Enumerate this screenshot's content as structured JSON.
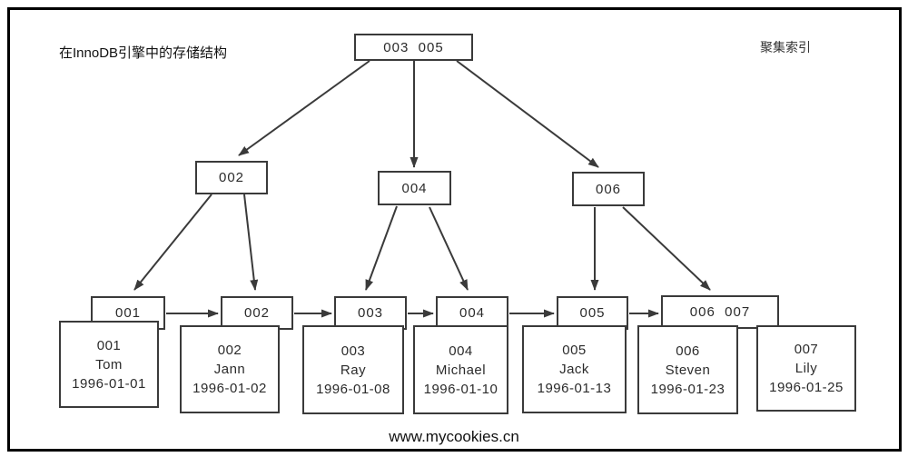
{
  "title": "在InnoDB引擎中的存储结构",
  "corner_label": "聚集索引",
  "watermark": "www.mycookies.cn",
  "colors": {
    "frame_border": "#000000",
    "box_border": "#3a3a3a",
    "text": "#2b2b2b",
    "background": "#ffffff"
  },
  "tree": {
    "root": {
      "label": "003  005"
    },
    "internal": [
      {
        "label": "002"
      },
      {
        "label": "004"
      },
      {
        "label": "006"
      }
    ],
    "leaf_headers": [
      {
        "label": "001"
      },
      {
        "label": "002"
      },
      {
        "label": "003"
      },
      {
        "label": "004"
      },
      {
        "label": "005"
      },
      {
        "label": "006  007"
      }
    ],
    "records": [
      {
        "id": "001",
        "name": "Tom",
        "date": "1996-01-01"
      },
      {
        "id": "002",
        "name": "Jann",
        "date": "1996-01-02"
      },
      {
        "id": "003",
        "name": "Ray",
        "date": "1996-01-08"
      },
      {
        "id": "004",
        "name": "Michael",
        "date": "1996-01-10"
      },
      {
        "id": "005",
        "name": "Jack",
        "date": "1996-01-13"
      },
      {
        "id": "006",
        "name": "Steven",
        "date": "1996-01-23"
      },
      {
        "id": "007",
        "name": "Lily",
        "date": "1996-01-25"
      }
    ]
  }
}
